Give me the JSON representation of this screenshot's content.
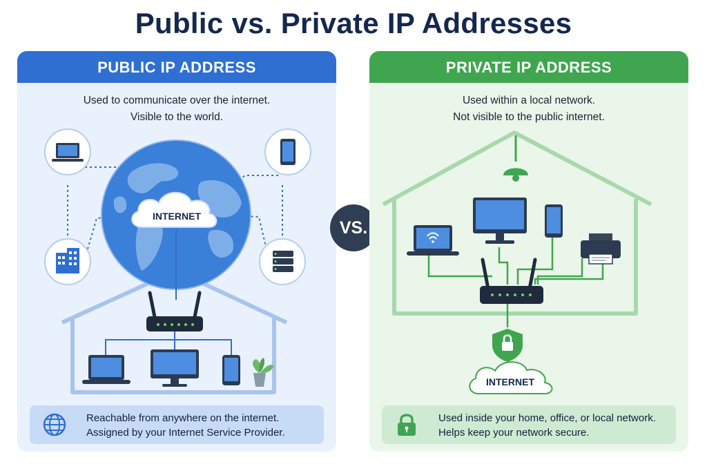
{
  "title": "Public vs. Private IP Addresses",
  "vs_label": "VS.",
  "public_panel": {
    "heading": "PUBLIC IP ADDRESS",
    "description": [
      "Used to communicate over the internet.",
      "Visible to the world."
    ],
    "cloud_label": "INTERNET",
    "footer_lines": [
      "Reachable from anywhere on the internet.",
      "Assigned by your Internet Service Provider."
    ],
    "footer_icon": "globe-icon",
    "accent_color": "#2f6fd2"
  },
  "private_panel": {
    "heading": "PRIVATE IP ADDRESS",
    "description": [
      "Used within a local network.",
      "Not visible to the public internet."
    ],
    "cloud_label": "INTERNET",
    "footer_lines": [
      "Used inside your home, office, or local network.",
      "Helps keep your network secure."
    ],
    "footer_icon": "lock-icon",
    "accent_color": "#3fa64f"
  }
}
